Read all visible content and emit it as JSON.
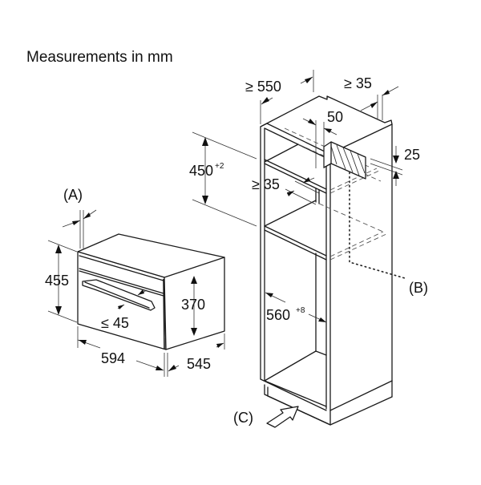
{
  "title": "Measurements in mm",
  "colors": {
    "line": "#1a1a1a",
    "background": "#ffffff",
    "text": "#111111"
  },
  "oven": {
    "label_a": "(A)",
    "height": "455",
    "cavity_height": "370",
    "handle_depth": "≤ 45",
    "width": "594",
    "depth": "545"
  },
  "cabinet": {
    "depth_min": "≥ 550",
    "rear_gap": "≥ 35",
    "vent_width": "50",
    "vent_height": "25",
    "niche_height": "450",
    "niche_height_tol": "+2",
    "shelf_gap": "≥ 35",
    "niche_width": "560",
    "niche_width_tol": "+8",
    "label_b": "(B)",
    "label_c": "(C)"
  }
}
